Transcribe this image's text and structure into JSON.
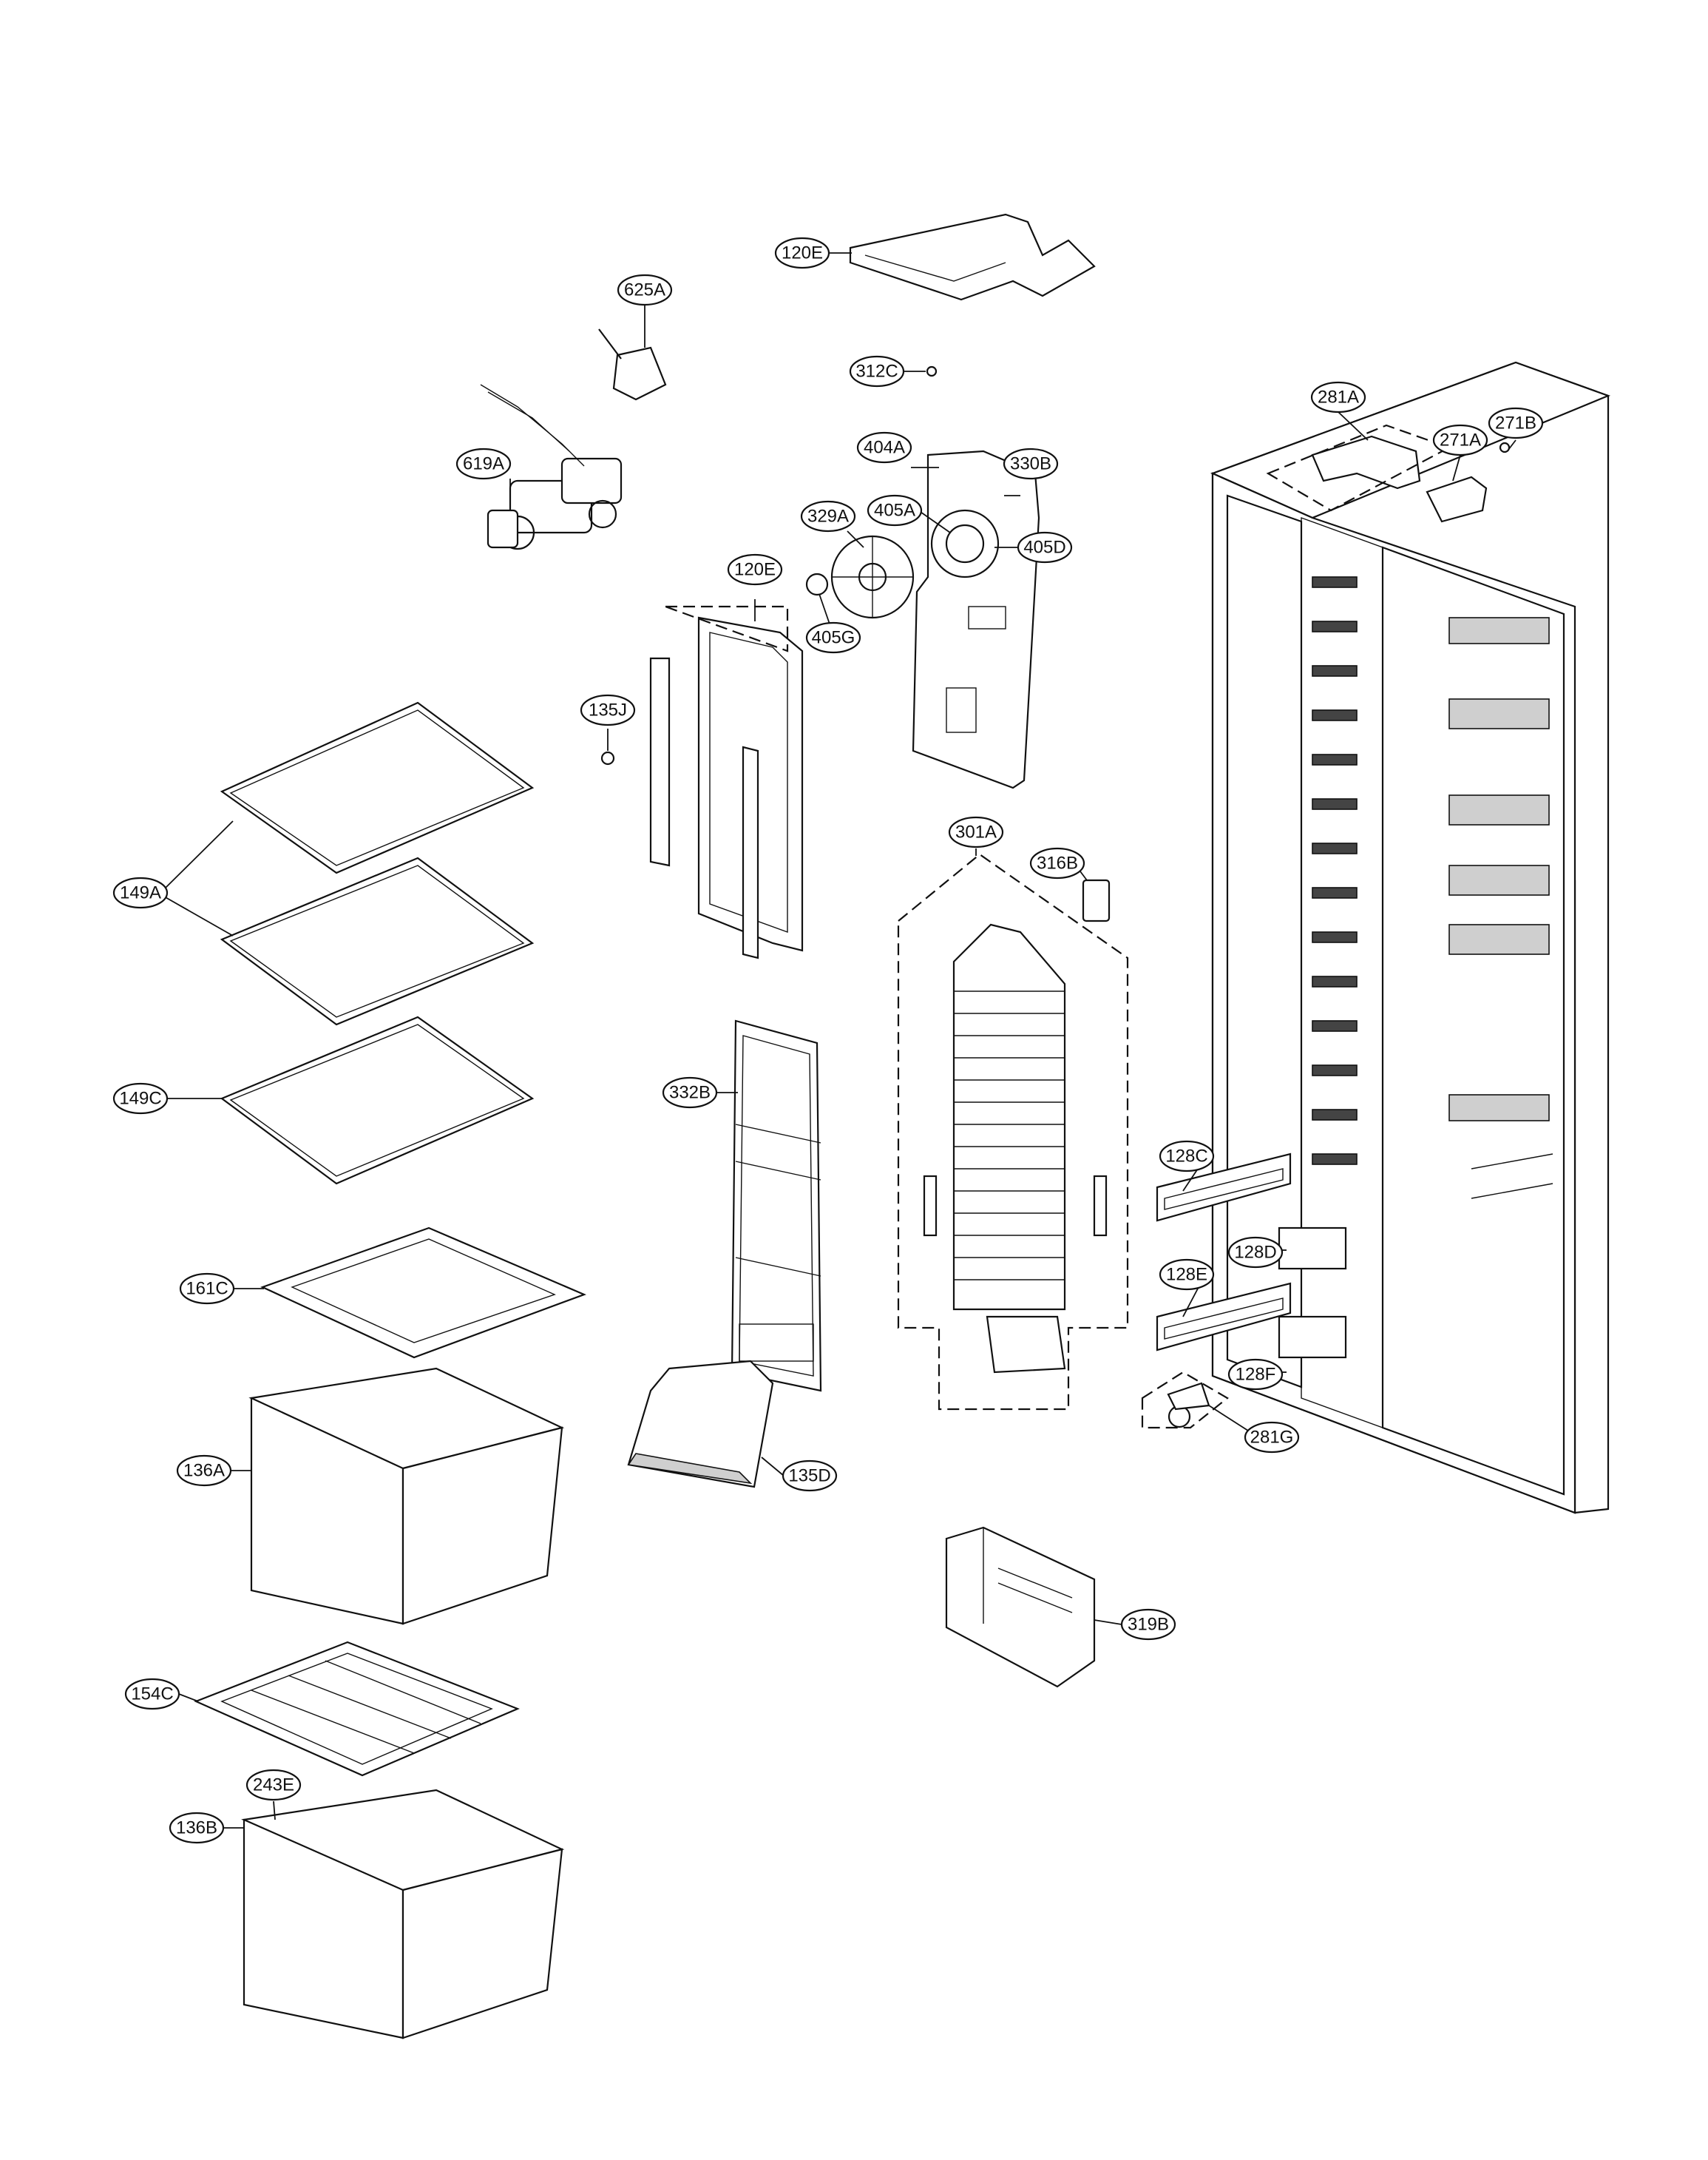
{
  "callouts": [
    {
      "id": "c120E_top",
      "label": "120E"
    },
    {
      "id": "c625A",
      "label": "625A"
    },
    {
      "id": "c312C",
      "label": "312C"
    },
    {
      "id": "c619A",
      "label": "619A"
    },
    {
      "id": "c404A",
      "label": "404A"
    },
    {
      "id": "c330B",
      "label": "330B"
    },
    {
      "id": "c329A",
      "label": "329A"
    },
    {
      "id": "c405A",
      "label": "405A"
    },
    {
      "id": "c405D",
      "label": "405D"
    },
    {
      "id": "c120E_mid",
      "label": "120E"
    },
    {
      "id": "c405G",
      "label": "405G"
    },
    {
      "id": "c135J",
      "label": "135J"
    },
    {
      "id": "c281A",
      "label": "281A"
    },
    {
      "id": "c271B",
      "label": "271B"
    },
    {
      "id": "c271A",
      "label": "271A"
    },
    {
      "id": "c301A",
      "label": "301A"
    },
    {
      "id": "c316B",
      "label": "316B"
    },
    {
      "id": "c149A",
      "label": "149A"
    },
    {
      "id": "c149C",
      "label": "149C"
    },
    {
      "id": "c332B",
      "label": "332B"
    },
    {
      "id": "c128C",
      "label": "128C"
    },
    {
      "id": "c128D",
      "label": "128D"
    },
    {
      "id": "c128E",
      "label": "128E"
    },
    {
      "id": "c161C",
      "label": "161C"
    },
    {
      "id": "c128F",
      "label": "128F"
    },
    {
      "id": "c281G",
      "label": "281G"
    },
    {
      "id": "c136A",
      "label": "136A"
    },
    {
      "id": "c135D",
      "label": "135D"
    },
    {
      "id": "c319B",
      "label": "319B"
    },
    {
      "id": "c154C",
      "label": "154C"
    },
    {
      "id": "c243E",
      "label": "243E"
    },
    {
      "id": "c136B",
      "label": "136B"
    }
  ]
}
